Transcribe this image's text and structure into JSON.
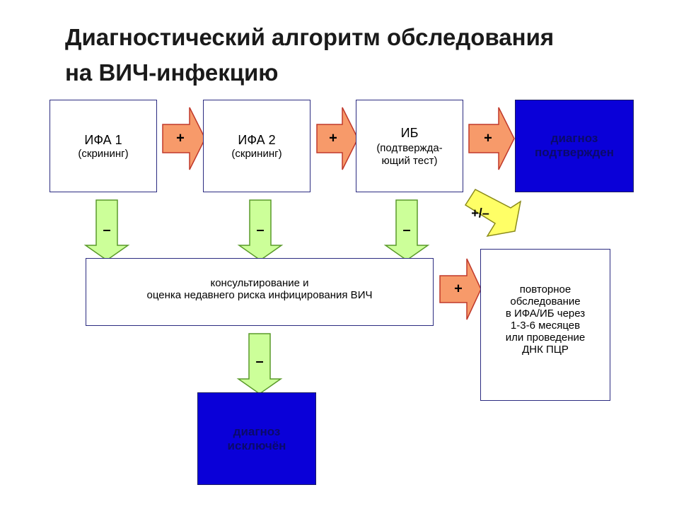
{
  "title": {
    "line1": "Диагностический алгоритм обследования",
    "line2": "на ВИЧ-инфекцию"
  },
  "boxes": {
    "ifa1": {
      "main": "ИФА 1",
      "sub": "(скрининг)"
    },
    "ifa2": {
      "main": "ИФА 2",
      "sub": "(скрининг)"
    },
    "ib": {
      "main": "ИБ",
      "sub1": "(подтвержда-",
      "sub2": "ющий тест)"
    },
    "confirmed": {
      "line1": "диагноз",
      "line2": "подтвержден"
    },
    "counsel": {
      "line1": "консультирование и",
      "line2": "оценка недавнего риска инфицирования ВИЧ"
    },
    "retest": {
      "line1": "повторное",
      "line2": "обследование",
      "line3": "в ИФА/ИБ через",
      "line4": "1-3-6 месяцев",
      "line5": "или проведение",
      "line6": "ДНК ПЦР"
    },
    "excluded": {
      "line1": "диагноз",
      "line2": "исключён"
    }
  },
  "arrow_labels": {
    "plus": "+",
    "minus": "–",
    "plus_minus": "+/–"
  },
  "colors": {
    "positive_arrow": "#f79a6a",
    "negative_arrow": "#ccff99",
    "uncertain_arrow": "#ffff66",
    "result_box": "#0a00d8",
    "box_border": "#2b2b80"
  }
}
